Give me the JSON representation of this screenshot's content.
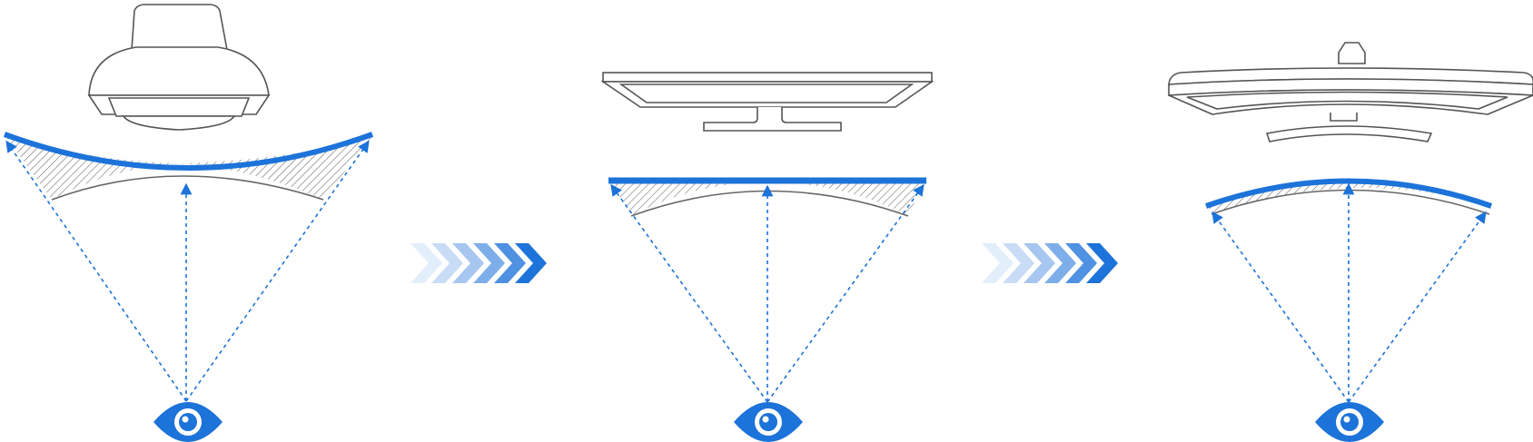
{
  "colors": {
    "accent": "#1c73d9",
    "outline": "#555555",
    "hatch": "#666666",
    "arrow_steps": [
      "#e3eefb",
      "#c9dcf6",
      "#a7c7f0",
      "#7eaee9",
      "#4f91e2",
      "#1c73d9"
    ]
  },
  "panels": [
    {
      "id": "eye-perspective",
      "device": "eye-dome-icon",
      "screen": "concave-curved"
    },
    {
      "id": "flat-monitor",
      "device": "flat-monitor-icon",
      "screen": "flat"
    },
    {
      "id": "curved-monitor",
      "device": "curved-monitor-icon",
      "screen": "convex-curved"
    }
  ],
  "transitions": [
    {
      "icon": "chevron-arrow-icon",
      "chevrons": 6
    },
    {
      "icon": "chevron-arrow-icon",
      "chevrons": 6
    }
  ],
  "viewer_icon": "eye-icon",
  "sight_lines_per_panel": 3
}
